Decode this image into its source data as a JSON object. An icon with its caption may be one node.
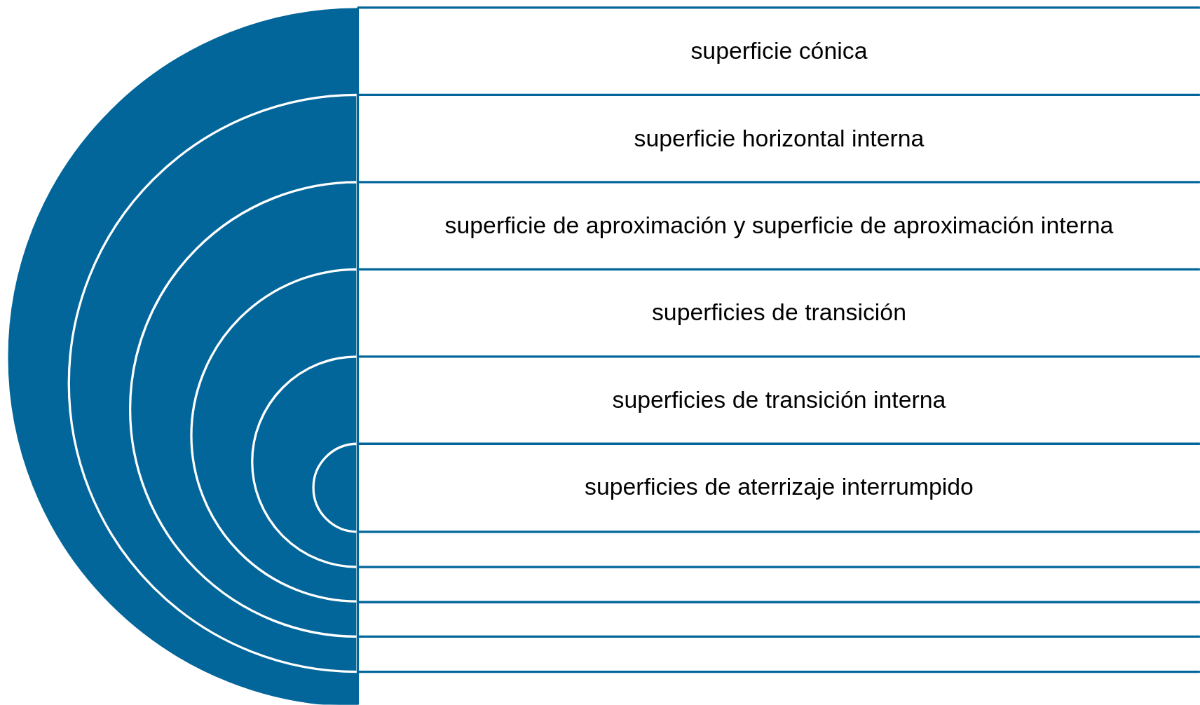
{
  "diagram": {
    "nodes": [
      {
        "text": [
          "superficie cónica"
        ]
      },
      {
        "text": [
          "superficie horizontal interna"
        ]
      },
      {
        "text": [
          "superficie de aproximación y superficie de aproximación interna"
        ]
      },
      {
        "text": [
          "superficies de transición"
        ]
      },
      {
        "text": [
          "superficies de transición interna"
        ]
      },
      {
        "text": [
          "superficies de aterrizaje interrumpido"
        ]
      }
    ]
  }
}
